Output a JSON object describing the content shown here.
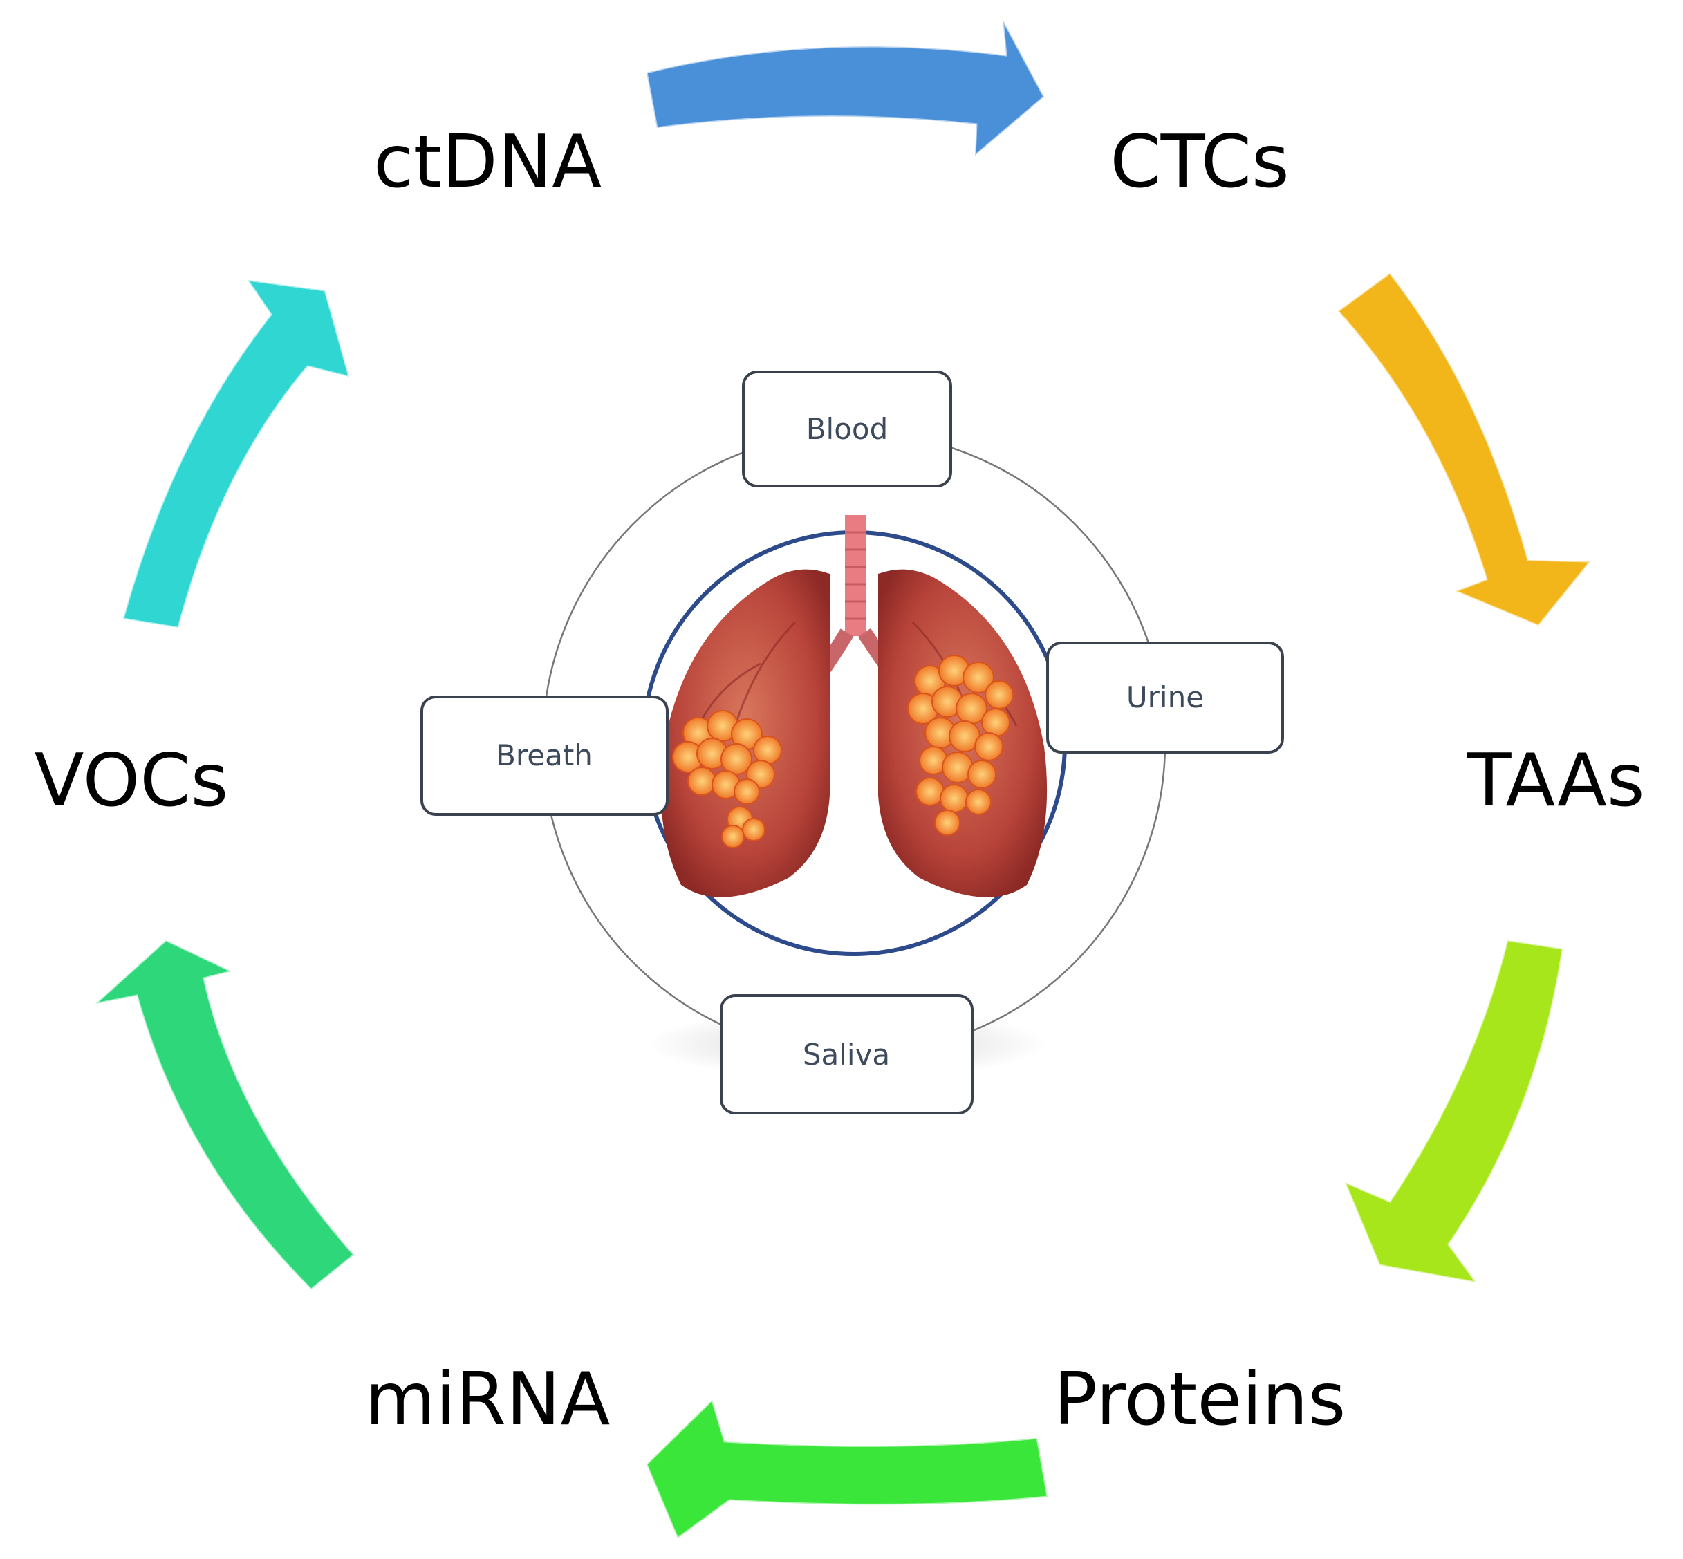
{
  "cycle": {
    "items": [
      {
        "label": "ctDNA"
      },
      {
        "label": "CTCs"
      },
      {
        "label": "TAAs"
      },
      {
        "label": "Proteins"
      },
      {
        "label": "miRNA"
      },
      {
        "label": "VOCs"
      }
    ],
    "arrows": [
      {
        "from": "ctDNA",
        "to": "CTCs",
        "color": "#4a90d9"
      },
      {
        "from": "CTCs",
        "to": "TAAs",
        "color": "#f2b51a"
      },
      {
        "from": "TAAs",
        "to": "Proteins",
        "color": "#a6e61a"
      },
      {
        "from": "Proteins",
        "to": "miRNA",
        "color": "#39e639"
      },
      {
        "from": "miRNA",
        "to": "VOCs",
        "color": "#2ed87a"
      },
      {
        "from": "VOCs",
        "to": "ctDNA",
        "color": "#2fd6d2"
      }
    ]
  },
  "center": {
    "image": "lungs-with-tumor-illustration",
    "sample_sources": [
      {
        "label": "Blood"
      },
      {
        "label": "Urine"
      },
      {
        "label": "Breath"
      },
      {
        "label": "Saliva"
      }
    ]
  }
}
